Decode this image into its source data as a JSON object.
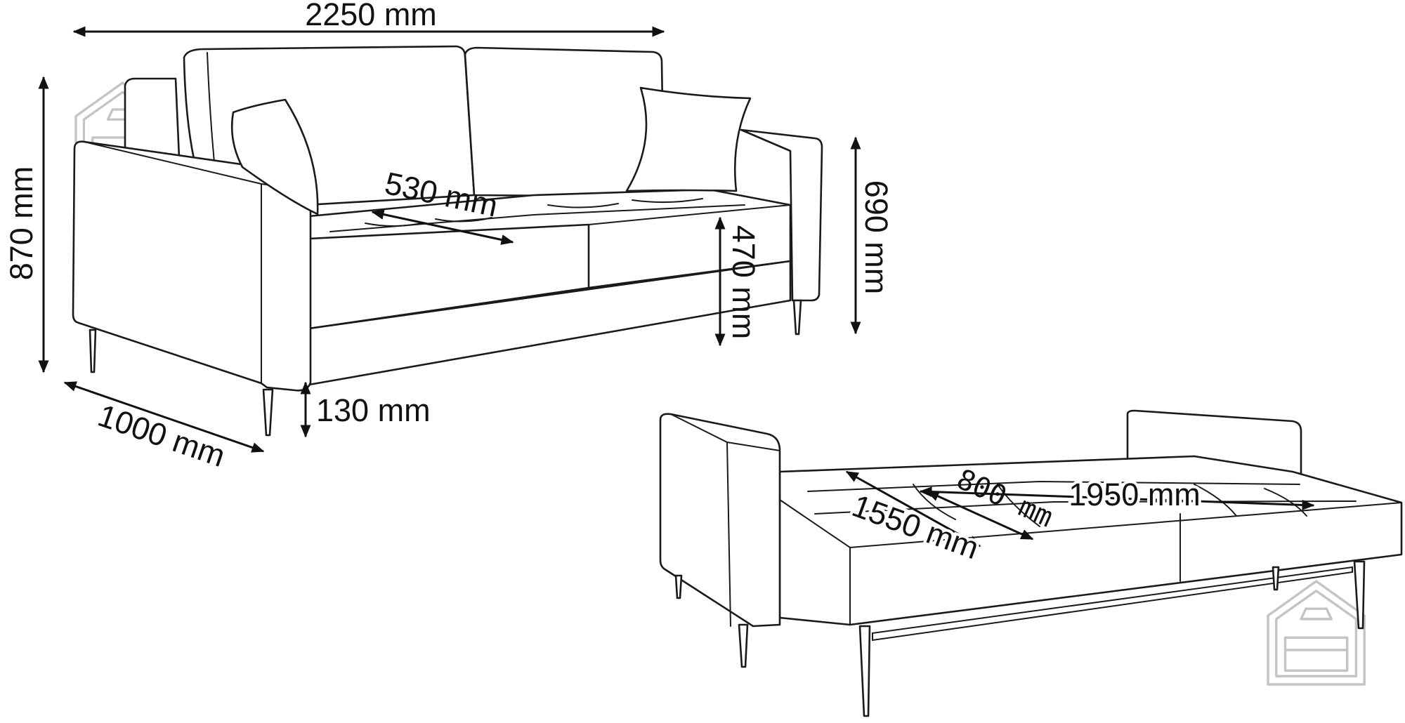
{
  "sofa_dimensions": {
    "width": "2250 mm",
    "height": "870 mm",
    "depth": "1000 mm",
    "seat_depth": "530 mm",
    "seat_height": "470 mm",
    "arm_height": "690 mm",
    "leg_height": "130 mm"
  },
  "bed_dimensions": {
    "length": "1950 mm",
    "width": "1550 mm",
    "extension": "800 mm"
  },
  "colors": {
    "line": "#1a1a1a",
    "watermark": "#c4c4c4",
    "background": "#ffffff"
  },
  "icons": {
    "watermark": "house-sofa-logo-icon"
  }
}
